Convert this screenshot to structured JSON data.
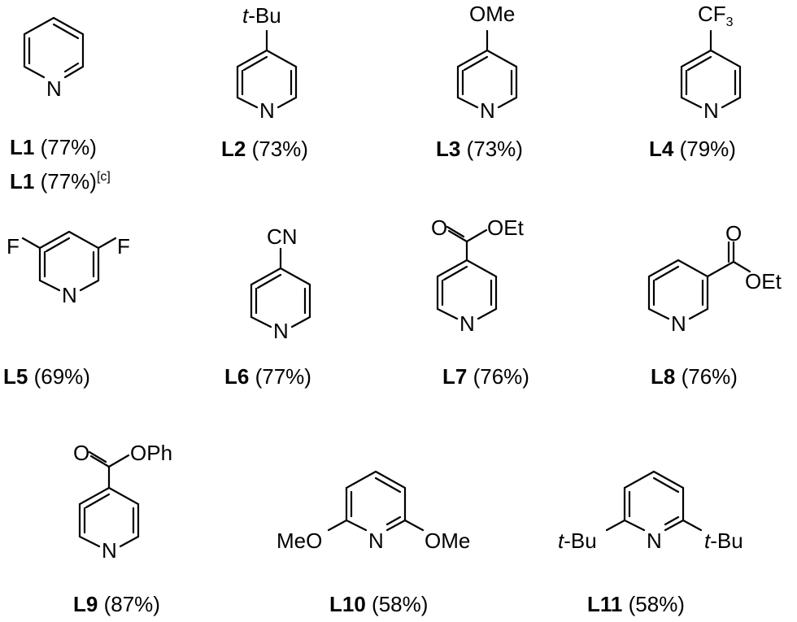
{
  "compounds": [
    {
      "id": "L1",
      "yield": "(77%)"
    },
    {
      "id": "L1",
      "yield": "(77%)",
      "note": "[c]"
    },
    {
      "id": "L2",
      "yield": "(73%)",
      "substituent": "t-Bu"
    },
    {
      "id": "L3",
      "yield": "(73%)",
      "substituent": "OMe"
    },
    {
      "id": "L4",
      "yield": "(79%)",
      "substituent": "CF3"
    },
    {
      "id": "L5",
      "yield": "(69%)",
      "substituent": "F"
    },
    {
      "id": "L6",
      "yield": "(77%)",
      "substituent": "CN"
    },
    {
      "id": "L7",
      "yield": "(76%)",
      "substituent": "OEt"
    },
    {
      "id": "L8",
      "yield": "(76%)",
      "substituent": "OEt"
    },
    {
      "id": "L9",
      "yield": "(87%)",
      "substituent": "OPh"
    },
    {
      "id": "L10",
      "yield": "(58%)",
      "substituent": "OMe",
      "substituent_left": "MeO"
    },
    {
      "id": "L11",
      "yield": "(58%)",
      "substituent": "-Bu",
      "substituent_prefix": "t"
    }
  ],
  "atoms": {
    "nitrogen": "N",
    "oxygen": "O",
    "fluorine": "F"
  }
}
